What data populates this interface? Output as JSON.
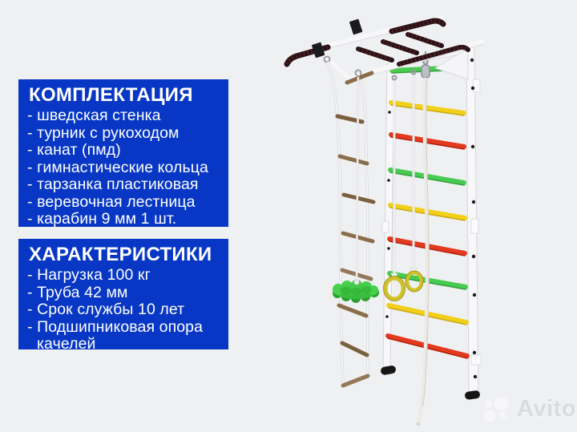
{
  "page": {
    "background_color": "#eff0f2",
    "accent_blue": "#0737c4",
    "text_color": "#ffffff"
  },
  "panels": [
    {
      "title": "КОМПЛЕКТАЦИЯ",
      "items": [
        "- шведская стенка",
        "- турник с рукоходом",
        "- канат (пмд)",
        "- гимнастические кольца",
        "- тарзанка пластиковая",
        "- веревочная лестница",
        "- карабин 9 мм 1 шт."
      ]
    },
    {
      "title": "ХАРАКТЕРИСТИКИ",
      "items": [
        "- Нагрузка 100 кг",
        "- Труба 42 мм",
        "- Срок службы 10 лет",
        "- Подшипниковая опора качелей"
      ]
    }
  ],
  "watermark": {
    "text": "Avito"
  },
  "illustration": {
    "subject": "wall-mounted white swedish wall (gym ladder) with pull-up monkey bar, rope ladder, plastic disc swing, gymnastic rings and climbing rope",
    "colors": {
      "frame_white": "#f7f7f9",
      "rung_green": "#49cb52",
      "rung_yellow": "#f1cf1b",
      "rung_red": "#e23a1f",
      "grip_dark": "#261114",
      "wood_brown": "#8a6e4c",
      "ring_yellow": "#cfc22a",
      "disc_green": "#3ec63f",
      "rope_white": "#edeae5"
    }
  }
}
